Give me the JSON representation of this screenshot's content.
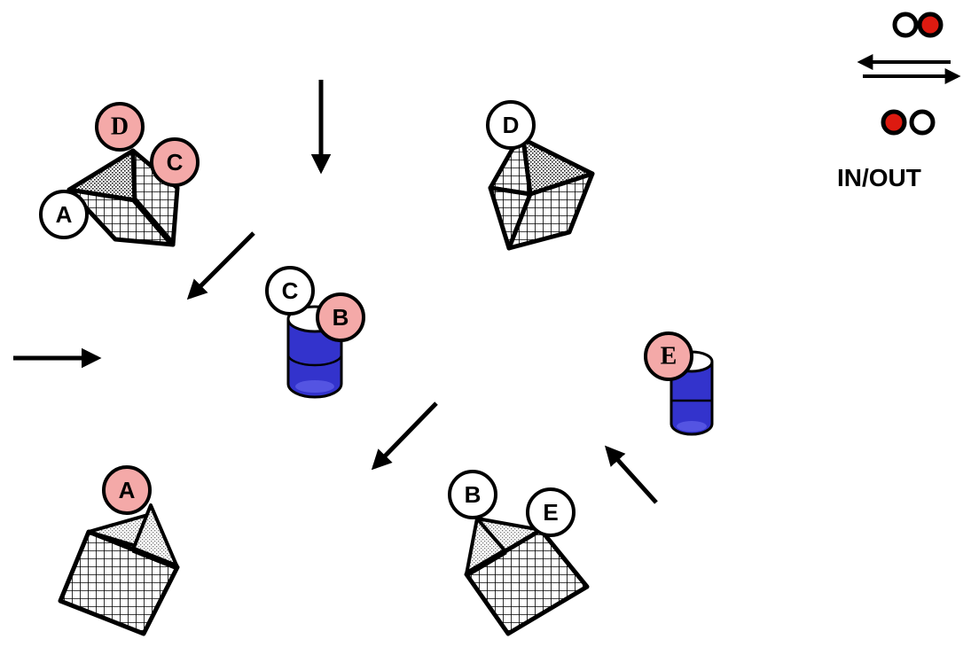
{
  "colors": {
    "out_fill": "#ffffff",
    "in_fill": "#f4a9a8",
    "cylinder": "#3333cc",
    "cylinder_light": "#6a6af0",
    "legend_red": "#dd1a10",
    "stroke": "#000000"
  },
  "labels": {
    "top_left_D": "D",
    "top_left_C": "C",
    "top_left_A": "A",
    "top_right_D": "D",
    "center_cyl_C": "C",
    "center_cyl_B": "B",
    "right_cyl_E": "E",
    "bottom_left_A": "A",
    "bottom_right_B": "B",
    "bottom_right_E": "E"
  },
  "legend": {
    "caption": "IN/OUT"
  }
}
